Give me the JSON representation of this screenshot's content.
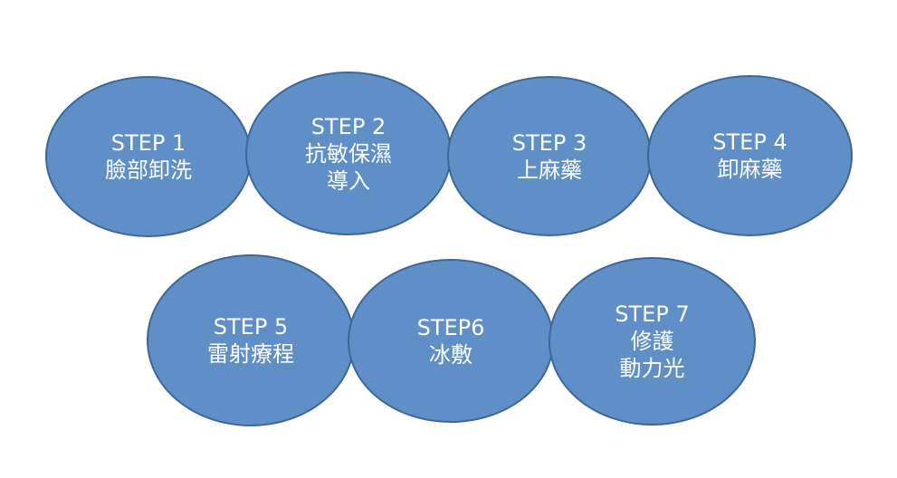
{
  "steps": [
    {
      "lines": [
        "STEP 1",
        "臉部卸洗"
      ]
    },
    {
      "lines": [
        "STEP 2",
        "抗敏保濕",
        "導入"
      ]
    },
    {
      "lines": [
        "STEP 3",
        "上麻藥"
      ]
    },
    {
      "lines": [
        "STEP 4",
        "卸麻藥"
      ]
    },
    {
      "lines": [
        "STEP 5",
        "雷射療程"
      ]
    },
    {
      "lines": [
        "STEP6",
        "冰敷"
      ]
    },
    {
      "lines": [
        "STEP 7",
        "修護",
        "動力光"
      ]
    }
  ],
  "colors": {
    "node_fill": "#5f8fc6",
    "node_border": "#3d6796",
    "text": "#ffffff",
    "background": "#ffffff"
  }
}
